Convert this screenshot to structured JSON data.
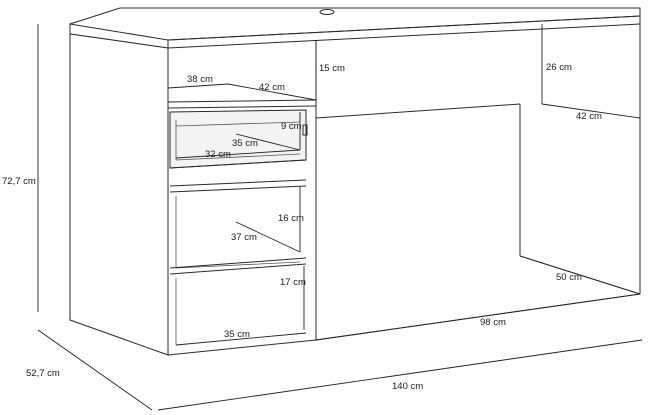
{
  "dimensions": {
    "height_total": "72,7 cm",
    "depth_total": "52,7 cm",
    "width_total": "140 cm",
    "drawer_inner_width": "38 cm",
    "drawer_depth_top": "42 cm",
    "top_front_gap": "15 cm",
    "knee_height_front": "26 cm",
    "knee_depth": "42 cm",
    "drawer_height": "9 cm",
    "drawer_depth": "35 cm",
    "drawer_width": "32 cm",
    "shelf_height_upper": "16 cm",
    "shelf_depth_upper": "37 cm",
    "shelf_height_lower": "17 cm",
    "shelf_depth_lower": "35 cm",
    "leg_depth": "50 cm",
    "knee_width": "98 cm"
  }
}
